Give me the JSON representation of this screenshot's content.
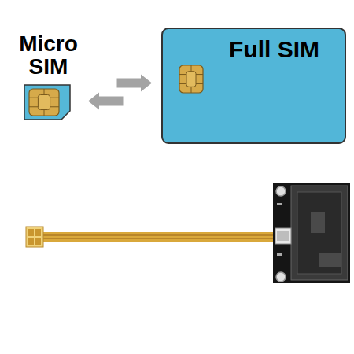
{
  "diagram": {
    "nodes": [
      {
        "text": [
          "Micro SIM"
        ]
      },
      {
        "text": [
          "Full SIM"
        ]
      }
    ],
    "edges": [
      {
        "from": 0,
        "to": 1,
        "arrow": "both"
      }
    ]
  }
}
